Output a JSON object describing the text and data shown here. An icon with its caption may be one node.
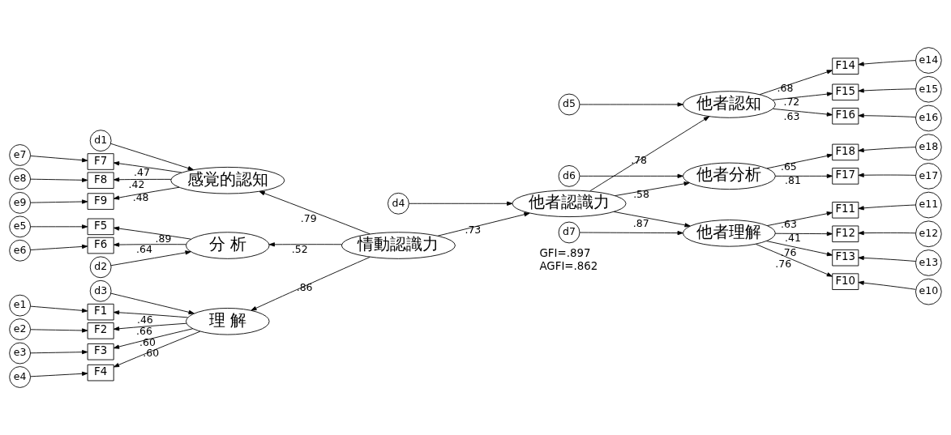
{
  "diagram": {
    "nodes": [
      {
        "text": [
          "情動認識力"
        ]
      },
      {
        "text": [
          "感覚的認知"
        ]
      },
      {
        "text": [
          "分 析"
        ]
      },
      {
        "text": [
          "理 解"
        ]
      },
      {
        "text": [
          "他者認識力"
        ]
      },
      {
        "text": [
          "他者認知"
        ]
      },
      {
        "text": [
          "他者分析"
        ]
      },
      {
        "text": [
          "他者理解"
        ]
      },
      {
        "text": [
          "F1"
        ]
      },
      {
        "text": [
          "F2"
        ]
      },
      {
        "text": [
          "F3"
        ]
      },
      {
        "text": [
          "F4"
        ]
      },
      {
        "text": [
          "F5"
        ]
      },
      {
        "text": [
          "F6"
        ]
      },
      {
        "text": [
          "F7"
        ]
      },
      {
        "text": [
          "F8"
        ]
      },
      {
        "text": [
          "F9"
        ]
      },
      {
        "text": [
          "F10"
        ]
      },
      {
        "text": [
          "F11"
        ]
      },
      {
        "text": [
          "F12"
        ]
      },
      {
        "text": [
          "F13"
        ]
      },
      {
        "text": [
          "F14"
        ]
      },
      {
        "text": [
          "F15"
        ]
      },
      {
        "text": [
          "F16"
        ]
      },
      {
        "text": [
          "F17"
        ]
      },
      {
        "text": [
          "F18"
        ]
      },
      {
        "text": [
          "e1"
        ]
      },
      {
        "text": [
          "e2"
        ]
      },
      {
        "text": [
          "e3"
        ]
      },
      {
        "text": [
          "e4"
        ]
      },
      {
        "text": [
          "e5"
        ]
      },
      {
        "text": [
          "e6"
        ]
      },
      {
        "text": [
          "e7"
        ]
      },
      {
        "text": [
          "e8"
        ]
      },
      {
        "text": [
          "e9"
        ]
      },
      {
        "text": [
          "e10"
        ]
      },
      {
        "text": [
          "e11"
        ]
      },
      {
        "text": [
          "e12"
        ]
      },
      {
        "text": [
          "e13"
        ]
      },
      {
        "text": [
          "e14"
        ]
      },
      {
        "text": [
          "e15"
        ]
      },
      {
        "text": [
          "e16"
        ]
      },
      {
        "text": [
          "e17"
        ]
      },
      {
        "text": [
          "e18"
        ]
      },
      {
        "text": [
          "d1"
        ]
      },
      {
        "text": [
          "d2"
        ]
      },
      {
        "text": [
          "d3"
        ]
      },
      {
        "text": [
          "d4"
        ]
      },
      {
        "text": [
          "d5"
        ]
      },
      {
        "text": [
          "d6"
        ]
      },
      {
        "text": [
          "d7"
        ]
      }
    ],
    "edges": [
      {
        "from": 0,
        "to": 1,
        "arrow": "to",
        "label": ".79"
      },
      {
        "from": 0,
        "to": 2,
        "arrow": "to",
        "label": ".52"
      },
      {
        "from": 0,
        "to": 3,
        "arrow": "to",
        "label": ".86"
      },
      {
        "from": 0,
        "to": 4,
        "arrow": "to",
        "label": ".73"
      },
      {
        "from": 4,
        "to": 5,
        "arrow": "to",
        "label": ".78"
      },
      {
        "from": 4,
        "to": 6,
        "arrow": "to",
        "label": ".58"
      },
      {
        "from": 4,
        "to": 7,
        "arrow": "to",
        "label": ".87"
      },
      {
        "from": 1,
        "to": 14,
        "arrow": "to",
        "label": ".47"
      },
      {
        "from": 1,
        "to": 15,
        "arrow": "to",
        "label": ".42"
      },
      {
        "from": 1,
        "to": 16,
        "arrow": "to",
        "label": ".48"
      },
      {
        "from": 2,
        "to": 12,
        "arrow": "to",
        "label": ".89"
      },
      {
        "from": 2,
        "to": 13,
        "arrow": "to",
        "label": ".64"
      },
      {
        "from": 3,
        "to": 8,
        "arrow": "to",
        "label": ".46"
      },
      {
        "from": 3,
        "to": 9,
        "arrow": "to",
        "label": ".66"
      },
      {
        "from": 3,
        "to": 10,
        "arrow": "to",
        "label": ".60"
      },
      {
        "from": 3,
        "to": 11,
        "arrow": "to",
        "label": ".60"
      },
      {
        "from": 5,
        "to": 21,
        "arrow": "to",
        "label": ".68"
      },
      {
        "from": 5,
        "to": 22,
        "arrow": "to",
        "label": ".72"
      },
      {
        "from": 5,
        "to": 23,
        "arrow": "to",
        "label": ".63"
      },
      {
        "from": 6,
        "to": 24,
        "arrow": "to",
        "label": ".81"
      },
      {
        "from": 6,
        "to": 25,
        "arrow": "to",
        "label": ".65"
      },
      {
        "from": 7,
        "to": 17,
        "arrow": "to",
        "label": ".76"
      },
      {
        "from": 7,
        "to": 18,
        "arrow": "to",
        "label": ".63"
      },
      {
        "from": 7,
        "to": 19,
        "arrow": "to",
        "label": ".41"
      },
      {
        "from": 7,
        "to": 20,
        "arrow": "to",
        "label": ".76"
      },
      {
        "from": 26,
        "to": 8,
        "arrow": "to"
      },
      {
        "from": 27,
        "to": 9,
        "arrow": "to"
      },
      {
        "from": 28,
        "to": 10,
        "arrow": "to"
      },
      {
        "from": 29,
        "to": 11,
        "arrow": "to"
      },
      {
        "from": 30,
        "to": 12,
        "arrow": "to"
      },
      {
        "from": 31,
        "to": 13,
        "arrow": "to"
      },
      {
        "from": 32,
        "to": 14,
        "arrow": "to"
      },
      {
        "from": 33,
        "to": 15,
        "arrow": "to"
      },
      {
        "from": 34,
        "to": 16,
        "arrow": "to"
      },
      {
        "from": 35,
        "to": 17,
        "arrow": "to"
      },
      {
        "from": 36,
        "to": 18,
        "arrow": "to"
      },
      {
        "from": 37,
        "to": 19,
        "arrow": "to"
      },
      {
        "from": 38,
        "to": 20,
        "arrow": "to"
      },
      {
        "from": 39,
        "to": 21,
        "arrow": "to"
      },
      {
        "from": 40,
        "to": 22,
        "arrow": "to"
      },
      {
        "from": 41,
        "to": 23,
        "arrow": "to"
      },
      {
        "from": 42,
        "to": 24,
        "arrow": "to"
      },
      {
        "from": 43,
        "to": 25,
        "arrow": "to"
      },
      {
        "from": 44,
        "to": 1,
        "arrow": "to"
      },
      {
        "from": 45,
        "to": 2,
        "arrow": "to"
      },
      {
        "from": 46,
        "to": 3,
        "arrow": "to"
      },
      {
        "from": 47,
        "to": 4,
        "arrow": "to"
      },
      {
        "from": 48,
        "to": 5,
        "arrow": "to"
      },
      {
        "from": 49,
        "to": 6,
        "arrow": "to"
      },
      {
        "from": 50,
        "to": 7,
        "arrow": "to"
      }
    ],
    "labels": [
      "GFI=.897",
      "AGFI=.862"
    ]
  }
}
